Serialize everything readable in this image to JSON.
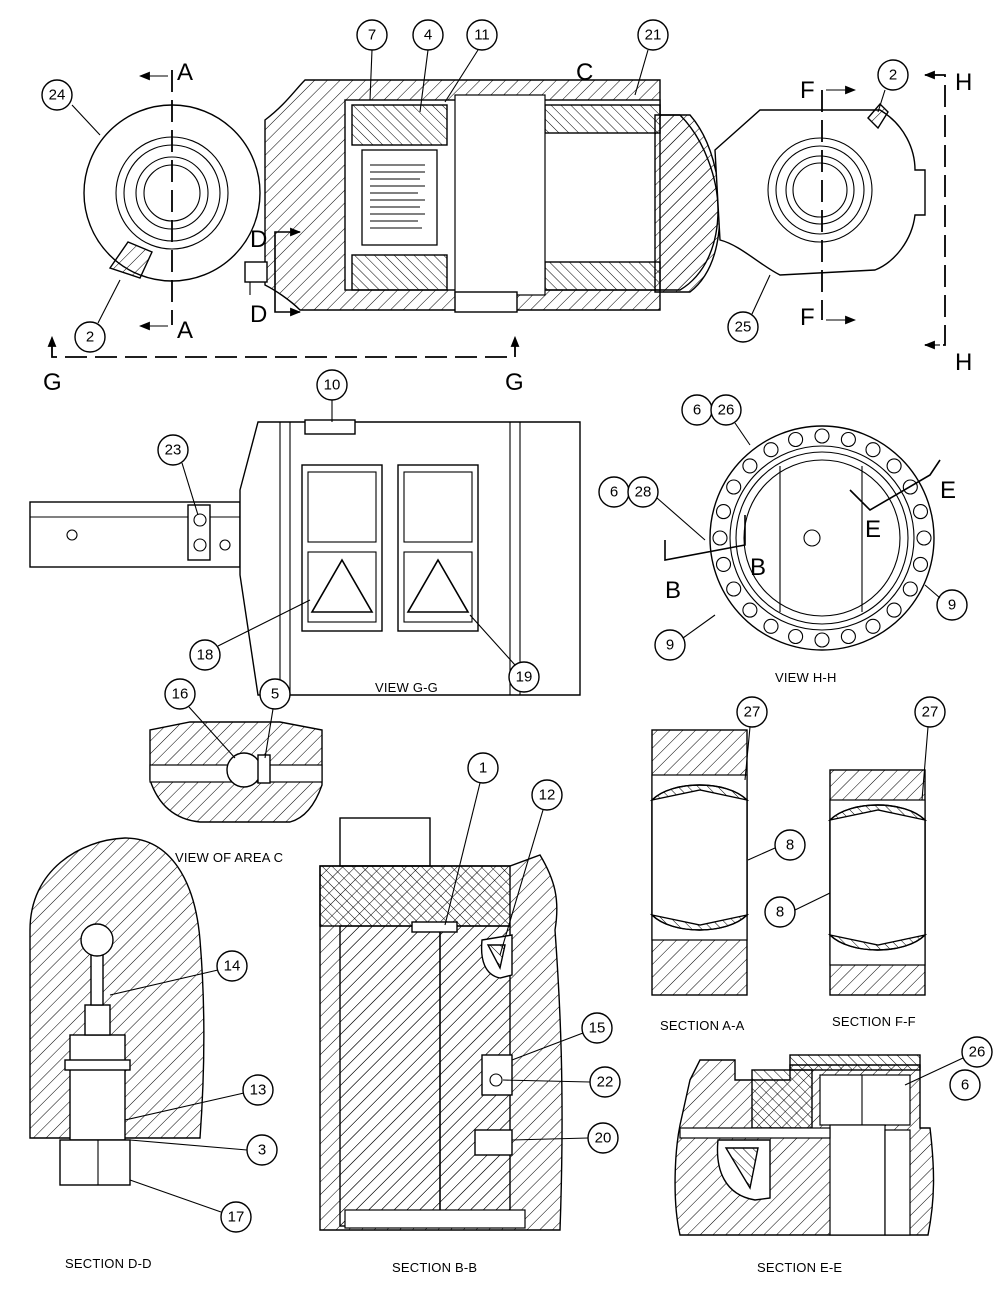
{
  "balloons": {
    "b24": "24",
    "b7": "7",
    "b4": "4",
    "b11": "11",
    "b21": "21",
    "b2a": "2",
    "b2b": "2",
    "b25": "25",
    "b10": "10",
    "b23": "23",
    "b18": "18",
    "b19": "19",
    "b6a": "6",
    "b26a": "26",
    "b6b": "6",
    "b28": "28",
    "b9a": "9",
    "b9b": "9",
    "b16": "16",
    "b5": "5",
    "b27a": "27",
    "b27b": "27",
    "b8a": "8",
    "b8b": "8",
    "b1": "1",
    "b12": "12",
    "b15": "15",
    "b22": "22",
    "b20": "20",
    "b14": "14",
    "b13": "13",
    "b3": "3",
    "b17": "17",
    "b26b": "26",
    "b6c": "6"
  },
  "section_letters": {
    "a_top": "A",
    "a_bottom": "A",
    "c": "C",
    "d_top": "D",
    "d_bottom": "D",
    "f_top": "F",
    "f_bottom": "F",
    "h_top": "H",
    "h_bottom": "H",
    "g_left": "G",
    "g_right": "G",
    "b_left": "B",
    "b_right": "B",
    "e_right": "E",
    "e_inner": "E"
  },
  "captions": {
    "view_gg": "VIEW G-G",
    "view_hh": "VIEW H-H",
    "view_area_c": "VIEW OF AREA C",
    "section_aa": "SECTION A-A",
    "section_ff": "SECTION F-F",
    "section_dd": "SECTION D-D",
    "section_bb": "SECTION B-B",
    "section_ee": "SECTION E-E"
  }
}
